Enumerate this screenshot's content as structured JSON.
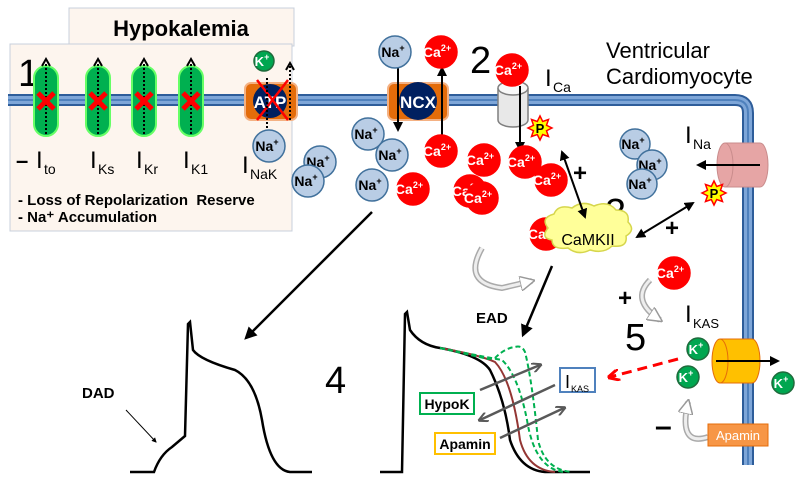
{
  "title": "Hypokalemia",
  "cell_label": {
    "line1": "Ventricular",
    "line2": "Cardiomyocyte"
  },
  "steps": [
    "1",
    "2",
    "3",
    "4",
    "5"
  ],
  "panel1": {
    "channels": [
      {
        "main": "I",
        "sub": "to",
        "prefix": "–"
      },
      {
        "main": "I",
        "sub": "Ks",
        "prefix": ""
      },
      {
        "main": "I",
        "sub": "Kr",
        "prefix": ""
      },
      {
        "main": "I",
        "sub": "K1",
        "prefix": ""
      }
    ],
    "pump_label": {
      "main": "I",
      "sub": "NaK"
    },
    "pump_core": "ATP",
    "bullets": [
      "- Loss of Repolarization  Reserve",
      "- Na⁺ Accumulation"
    ]
  },
  "ions": {
    "na": "Na",
    "na_sup": "+",
    "ca": "Ca",
    "ca_sup": "2+",
    "k": "K",
    "k_sup": "+"
  },
  "exchanger": "NCX",
  "currents": {
    "ica": {
      "main": "I",
      "sub": "Ca"
    },
    "ina": {
      "main": "I",
      "sub": "Na"
    },
    "ikas": {
      "main": "I",
      "sub": "KAS"
    }
  },
  "phospho": "P",
  "camkii": "CaMKII",
  "plus": "+",
  "minus": "–",
  "apamin_box": "Apamin",
  "ap_panels": {
    "dad_label": "DAD",
    "ead_label": "EAD",
    "hypok_label": "HypoK",
    "apamin_label": "Apamin",
    "ikas_box": {
      "main": "I",
      "sub": "KAS"
    }
  },
  "colors": {
    "membrane": "#4f81bd",
    "panel_bg": "#fdf5ee",
    "k_channel": "#33cc33",
    "pump_orange": "#e46c0a",
    "navy": "#002060",
    "ca_red": "#ff0000",
    "na_blue": "#b9cde5",
    "k_green": "#00a650",
    "camkii_yellow": "#ffff99",
    "ikas_yellow": "#ffc000",
    "ina_pink": "#e6a5a5",
    "apamin_orange": "#f79646",
    "trace_brown": "#943634",
    "trace_green": "#00b050"
  }
}
